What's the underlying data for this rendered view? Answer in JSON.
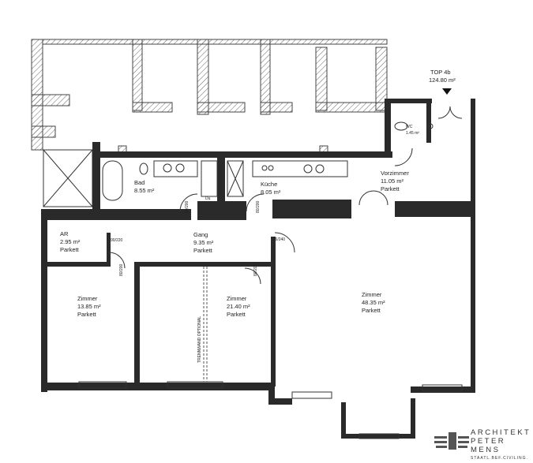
{
  "unit": {
    "label": "TOP 4b",
    "area": "124.80 m²"
  },
  "rooms": [
    {
      "name": "Bad",
      "area": "8.55 m²",
      "floor": ""
    },
    {
      "name": "Küche",
      "area": "8.05 m²",
      "floor": ""
    },
    {
      "name": "Vorzimmer",
      "area": "11.05 m²",
      "floor": "Parkett"
    },
    {
      "name": "WC",
      "area": "1.45 m²",
      "floor": ""
    },
    {
      "name": "AR",
      "area": "2.95 m²",
      "floor": "Parkett"
    },
    {
      "name": "Gang",
      "area": "9.35 m²",
      "floor": "Parkett"
    },
    {
      "name": "Zimmer",
      "area": "13.85 m²",
      "floor": "Parkett"
    },
    {
      "name": "Zimmer",
      "area": "21.40 m²",
      "floor": "Parkett"
    },
    {
      "name": "Zimmer",
      "area": "48.35 m²",
      "floor": "Parkett"
    }
  ],
  "partition_note": "TRENNWAND OPTIONAL",
  "door_dims": [
    "90/220",
    "126/240",
    "80/200",
    "80/200",
    "80/200",
    "80/200"
  ],
  "dusche_label": "Du",
  "architect": {
    "line1": "ARCHITEKT",
    "line2": "PETER MENS",
    "line3": "STAATL.BEF.CIVILING."
  }
}
